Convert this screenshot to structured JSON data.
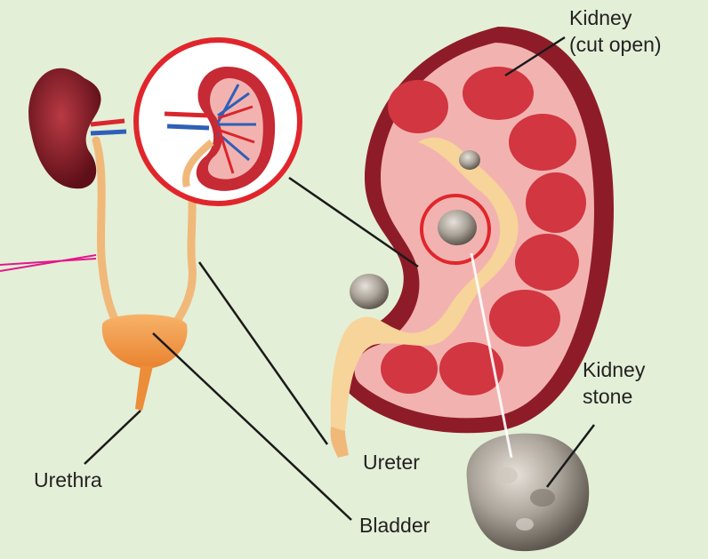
{
  "labels": {
    "kidney_line1": "Kidney",
    "kidney_line2": "(cut open)",
    "stone_line1": "Kidney",
    "stone_line2": "stone",
    "ureter": "Ureter",
    "urethra": "Urethra",
    "bladder": "Bladder"
  },
  "colors": {
    "background": "#e4efd7",
    "kidney_outer": "#8e1c28",
    "kidney_cortex": "#f2b3b0",
    "pyramid": "#d23640",
    "pelvis": "#f7d49a",
    "ureter": "#f0b97a",
    "bladder": "#f39a46",
    "artery": "#d9262d",
    "vein": "#2f5fb8",
    "highlight_ring": "#e0262c",
    "stone": "#a8a096",
    "pointer_line": "#1a1a1a",
    "stray_line": "#e2178c"
  }
}
